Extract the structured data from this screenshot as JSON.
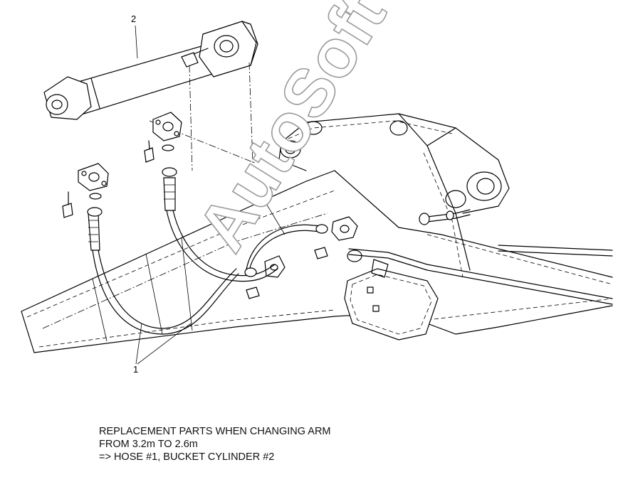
{
  "callouts": {
    "hose": "1",
    "bucket_cylinder": "2"
  },
  "watermark": {
    "text": "AutoSoft",
    "color": "#9a9a9a"
  },
  "caption": {
    "line1": "REPLACEMENT PARTS WHEN CHANGING ARM",
    "line2": "FROM 3.2m TO 2.6m",
    "line3": "=> HOSE #1, BUCKET CYLINDER #2"
  }
}
